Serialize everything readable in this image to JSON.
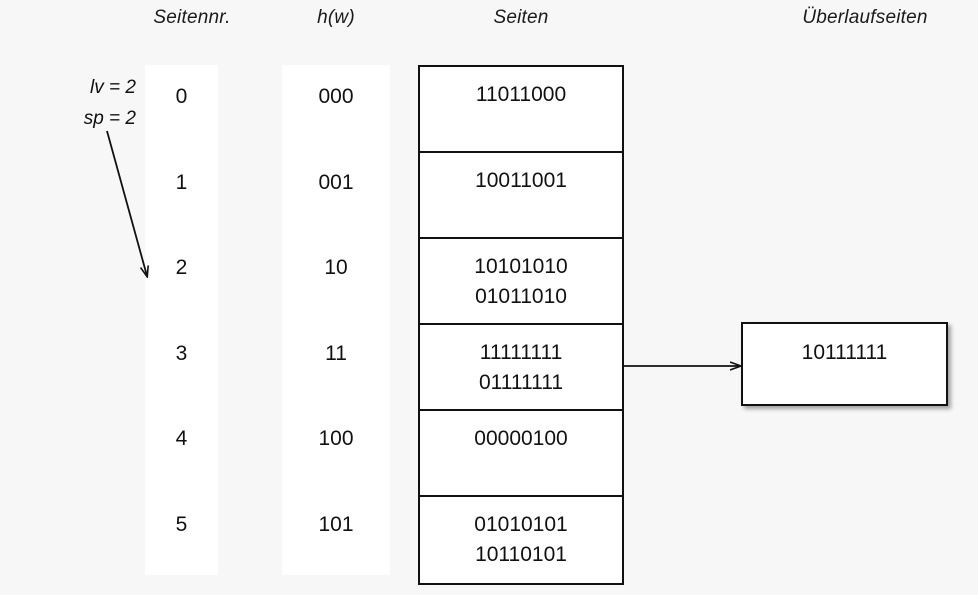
{
  "headers": {
    "seitennr": "Seitennr.",
    "hw": "h(w)",
    "seiten": "Seiten",
    "ueberlaufseiten": "Überlaufseiten"
  },
  "params": {
    "lv": "lv = 2",
    "sp": "sp = 2"
  },
  "rows": [
    {
      "seitennr": "0",
      "hw": "000",
      "page_lines": [
        "11011000"
      ]
    },
    {
      "seitennr": "1",
      "hw": "001",
      "page_lines": [
        "10011001"
      ]
    },
    {
      "seitennr": "2",
      "hw": "10",
      "page_lines": [
        "10101010",
        "01011010"
      ]
    },
    {
      "seitennr": "3",
      "hw": "11",
      "page_lines": [
        "11111111",
        "01111111"
      ]
    },
    {
      "seitennr": "4",
      "hw": "100",
      "page_lines": [
        "00000100"
      ]
    },
    {
      "seitennr": "5",
      "hw": "101",
      "page_lines": [
        "01010101",
        "10110101"
      ]
    }
  ],
  "overflow_pages": [
    {
      "lines": [
        "10111111"
      ],
      "from_row": 3
    }
  ],
  "colors": {
    "background": "#f7f7f7",
    "panel": "#ffffff",
    "stroke": "#111111",
    "text": "#111111"
  }
}
